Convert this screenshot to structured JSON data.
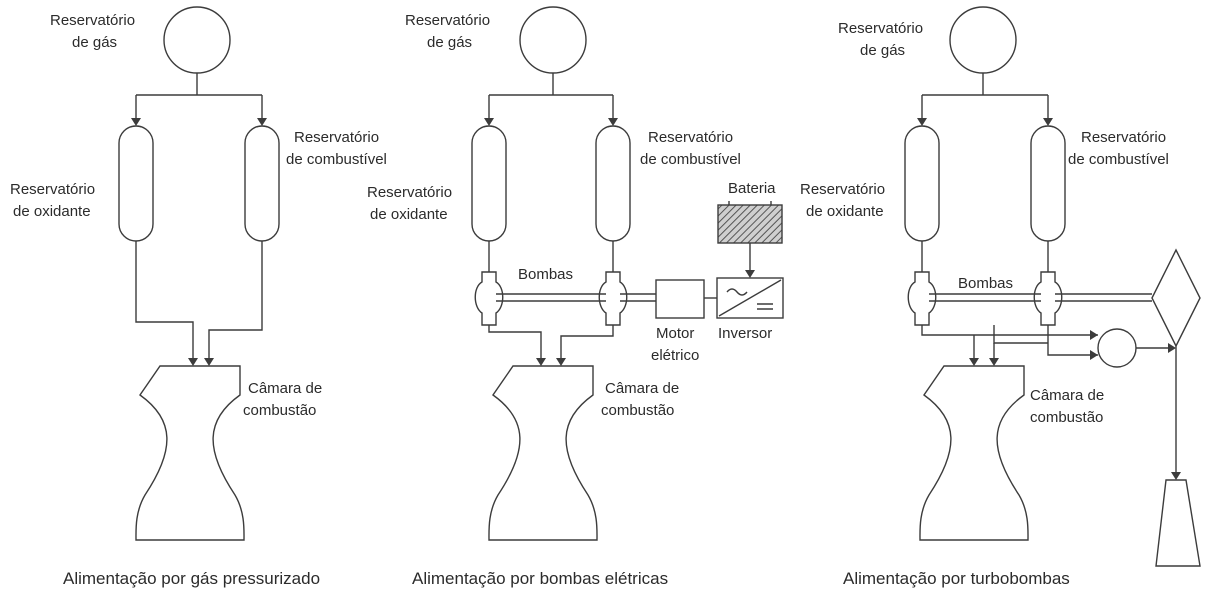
{
  "panel_pressurized": {
    "gas_tank_label": [
      "Reservatório",
      "de gás"
    ],
    "fuel_tank_label": [
      "Reservatório",
      "de combustível"
    ],
    "oxidizer_tank_label": [
      "Reservatório",
      "de oxidante"
    ],
    "chamber_label": [
      "Câmara de",
      "combustão"
    ],
    "caption": "Alimentação por gás pressurizado"
  },
  "panel_electric": {
    "gas_tank_label": [
      "Reservatório",
      "de gás"
    ],
    "fuel_tank_label": [
      "Reservatório",
      "de combustível"
    ],
    "oxidizer_tank_label": [
      "Reservatório",
      "de oxidante"
    ],
    "pumps_label": "Bombas",
    "battery_label": "Bateria",
    "motor_label": [
      "Motor",
      "elétrico"
    ],
    "inverter_label": "Inversor",
    "chamber_label": [
      "Câmara de",
      "combustão"
    ],
    "caption": "Alimentação por bombas elétricas"
  },
  "panel_turbopump": {
    "gas_tank_label": [
      "Reservatório",
      "de gás"
    ],
    "fuel_tank_label": [
      "Reservatório",
      "de combustível"
    ],
    "oxidizer_tank_label": [
      "Reservatório",
      "de oxidante"
    ],
    "pumps_label": "Bombas",
    "chamber_label": [
      "Câmara de",
      "combustão"
    ],
    "caption": "Alimentação por turbobombas"
  },
  "colors": {
    "line": "#3c3c3c",
    "text": "#2b2b2b",
    "background": "#ffffff"
  }
}
